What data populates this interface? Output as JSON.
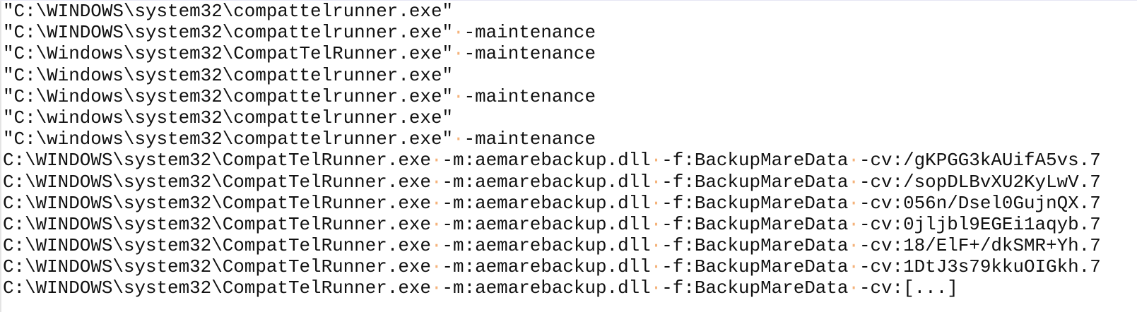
{
  "editor": {
    "whitespace_marker": "·",
    "whitespace_marker_color": "#f4b27a",
    "text_color": "#111111",
    "background_color": "#ffffff",
    "lines": [
      {
        "tokens": [
          "\"C:\\WINDOWS\\system32\\compattelrunner.exe\""
        ]
      },
      {
        "tokens": [
          "\"C:\\WINDOWS\\system32\\compattelrunner.exe\"",
          "-maintenance"
        ]
      },
      {
        "tokens": [
          "\"C:\\Windows\\system32\\CompatTelRunner.exe\"",
          "-maintenance"
        ]
      },
      {
        "tokens": [
          "\"C:\\Windows\\system32\\compattelrunner.exe\""
        ]
      },
      {
        "tokens": [
          "\"C:\\Windows\\system32\\compattelrunner.exe\"",
          "-maintenance"
        ]
      },
      {
        "tokens": [
          "\"C:\\windows\\system32\\compattelrunner.exe\""
        ]
      },
      {
        "tokens": [
          "\"C:\\windows\\system32\\compattelrunner.exe\"",
          "-maintenance"
        ]
      },
      {
        "tokens": [
          "C:\\WINDOWS\\system32\\CompatTelRunner.exe",
          "-m:aemarebackup.dll",
          "-f:BackupMareData",
          "-cv:/gKPGG3kAUifA5vs.7"
        ]
      },
      {
        "tokens": [
          "C:\\WINDOWS\\system32\\CompatTelRunner.exe",
          "-m:aemarebackup.dll",
          "-f:BackupMareData",
          "-cv:/sopDLBvXU2KyLwV.7"
        ]
      },
      {
        "tokens": [
          "C:\\WINDOWS\\system32\\CompatTelRunner.exe",
          "-m:aemarebackup.dll",
          "-f:BackupMareData",
          "-cv:056n/Dsel0GujnQX.7"
        ]
      },
      {
        "tokens": [
          "C:\\WINDOWS\\system32\\CompatTelRunner.exe",
          "-m:aemarebackup.dll",
          "-f:BackupMareData",
          "-cv:0jljbl9EGEi1aqyb.7"
        ]
      },
      {
        "tokens": [
          "C:\\WINDOWS\\system32\\CompatTelRunner.exe",
          "-m:aemarebackup.dll",
          "-f:BackupMareData",
          "-cv:18/ElF+/dkSMR+Yh.7"
        ]
      },
      {
        "tokens": [
          "C:\\WINDOWS\\system32\\CompatTelRunner.exe",
          "-m:aemarebackup.dll",
          "-f:BackupMareData",
          "-cv:1DtJ3s79kkuOIGkh.7"
        ]
      },
      {
        "tokens": [
          "C:\\WINDOWS\\system32\\CompatTelRunner.exe",
          "-m:aemarebackup.dll",
          "-f:BackupMareData",
          "-cv:[...]"
        ]
      }
    ]
  }
}
